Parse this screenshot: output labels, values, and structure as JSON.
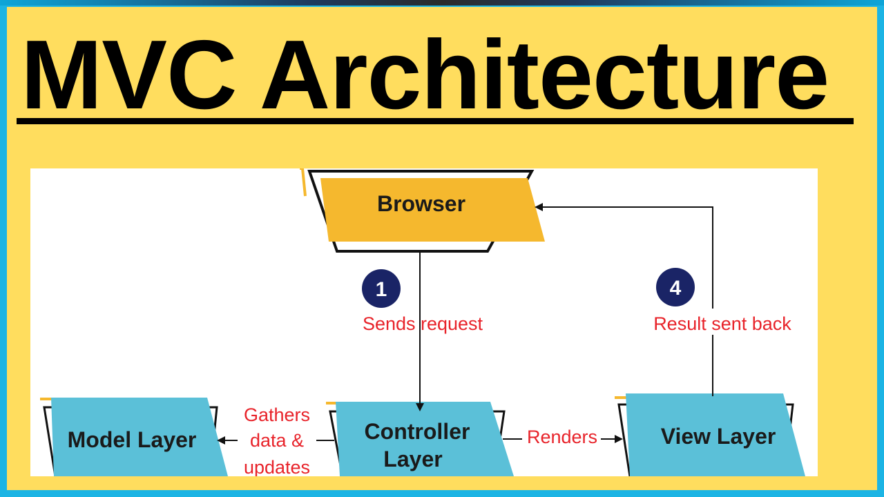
{
  "title": "MVC Architecture",
  "colors": {
    "background": "#ffdd5e",
    "border": "#1cb4e4",
    "browser_fill": "#f5b82e",
    "layer_fill": "#5bc0d8",
    "edge_label": "#e8232a",
    "step_badge": "#1a2466"
  },
  "diagram": {
    "nodes": {
      "browser": "Browser",
      "model": "Model Layer",
      "controller_line1": "Controller",
      "controller_line2": "Layer",
      "view": "View Layer"
    },
    "steps": {
      "request_num": "1",
      "request_label": "Sends request",
      "result_num": "4",
      "result_label": "Result sent back"
    },
    "edges": {
      "gathers_line1": "Gathers",
      "gathers_line2": "data &",
      "gathers_line3": "updates",
      "renders": "Renders"
    }
  }
}
